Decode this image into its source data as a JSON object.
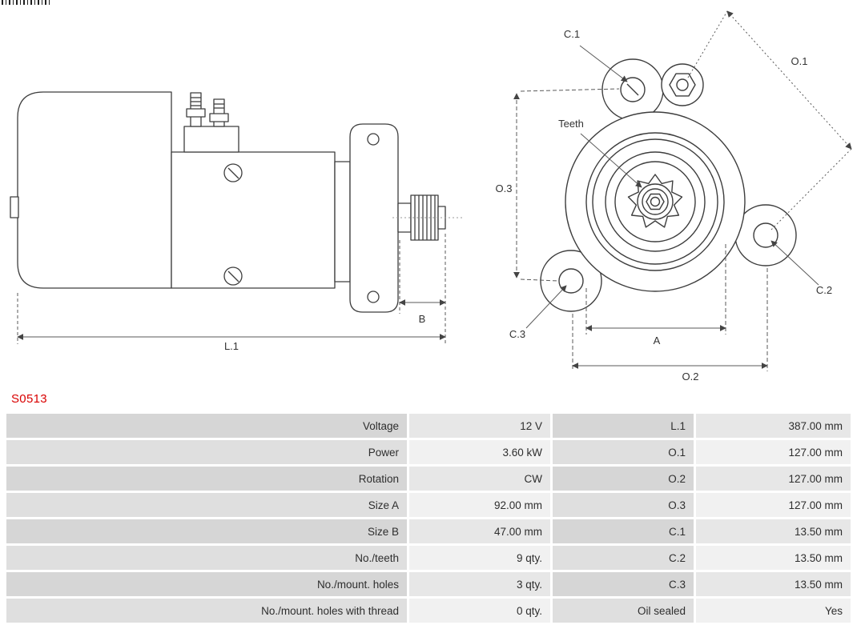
{
  "part_number": "S0513",
  "colors": {
    "part_number_accent": "#d90000",
    "table_label_bg": "#d6d6d6",
    "table_value_bg": "#e7e7e7"
  },
  "diagram_labels": {
    "side": {
      "l1": "L.1",
      "b": "B"
    },
    "front": {
      "c1": "C.1",
      "c2": "C.2",
      "c3": "C.3",
      "o1": "O.1",
      "o2": "O.2",
      "o3": "O.3",
      "a": "A",
      "teeth": "Teeth"
    }
  },
  "spec_table": {
    "rows": [
      {
        "label_left": "Voltage",
        "value_left": "12 V",
        "label_right": "L.1",
        "value_right": "387.00 mm"
      },
      {
        "label_left": "Power",
        "value_left": "3.60 kW",
        "label_right": "O.1",
        "value_right": "127.00 mm"
      },
      {
        "label_left": "Rotation",
        "value_left": "CW",
        "label_right": "O.2",
        "value_right": "127.00 mm"
      },
      {
        "label_left": "Size A",
        "value_left": "92.00 mm",
        "label_right": "O.3",
        "value_right": "127.00 mm"
      },
      {
        "label_left": "Size B",
        "value_left": "47.00 mm",
        "label_right": "C.1",
        "value_right": "13.50 mm"
      },
      {
        "label_left": "No./teeth",
        "value_left": "9 qty.",
        "label_right": "C.2",
        "value_right": "13.50 mm"
      },
      {
        "label_left": "No./mount. holes",
        "value_left": "3 qty.",
        "label_right": "C.3",
        "value_right": "13.50 mm"
      },
      {
        "label_left": "No./mount. holes with thread",
        "value_left": "0 qty.",
        "label_right": "Oil sealed",
        "value_right": "Yes"
      }
    ]
  }
}
